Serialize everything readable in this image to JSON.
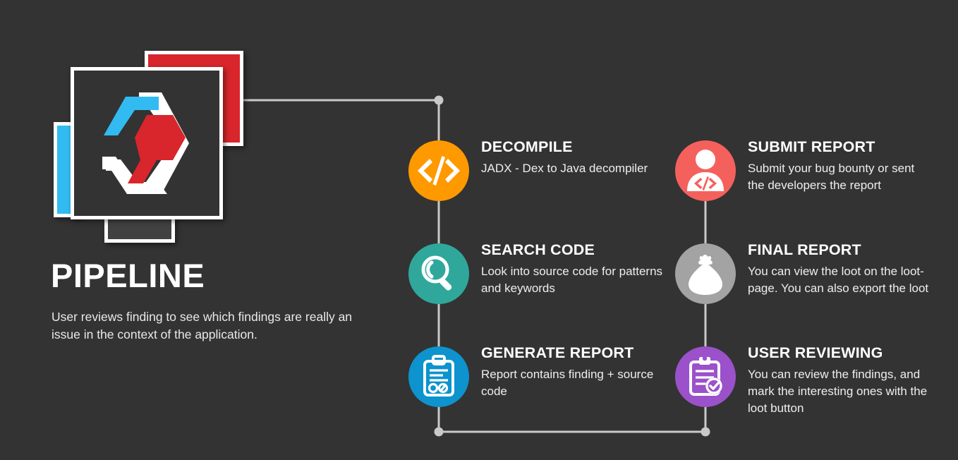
{
  "theme": {
    "background": "#333333",
    "line_color": "#c9c9c9",
    "text_primary": "#ffffff",
    "text_secondary": "#eeeeee"
  },
  "brand": {
    "logo_name": "hexagon-logo",
    "card_colors": {
      "blue": "#32BBF0",
      "red": "#D8262C",
      "gray": "#414141",
      "main": "#333333"
    },
    "logo_colors": {
      "blue": "#32BBF0",
      "red": "#D8262C",
      "white": "#FFFFFF"
    }
  },
  "headline": {
    "title": "PIPELINE",
    "description": "User reviews finding to see which findings are really an issue in the context of the application."
  },
  "steps": [
    {
      "id": "decompile",
      "title": "DECOMPILE",
      "description": "JADX - Dex to Java decompiler",
      "color": "#FF9900",
      "icon": "code-brackets-icon",
      "column": "left"
    },
    {
      "id": "search-code",
      "title": "SEARCH CODE",
      "description": "Look into source code for patterns and keywords",
      "color": "#2FA89B",
      "icon": "magnifier-icon",
      "column": "left"
    },
    {
      "id": "generate-report",
      "title": "GENERATE REPORT",
      "description": "Report contains finding + source code",
      "color": "#0D93CE",
      "icon": "clipboard-chart-icon",
      "column": "left"
    },
    {
      "id": "submit-report",
      "title": "SUBMIT REPORT",
      "description": "Submit your bug bounty or sent the developers the report",
      "color": "#F4615C",
      "icon": "user-code-icon",
      "column": "right"
    },
    {
      "id": "final-report",
      "title": "FINAL REPORT",
      "description": "You can view the loot on the loot-page. You can also export the loot",
      "color": "#A3A3A3",
      "icon": "money-bag-icon",
      "column": "right"
    },
    {
      "id": "user-reviewing",
      "title": "USER REVIEWING",
      "description": "You can review the findings, and mark the interesting ones with the loot button",
      "color": "#9B51C9",
      "icon": "clipboard-check-icon",
      "column": "right"
    }
  ]
}
